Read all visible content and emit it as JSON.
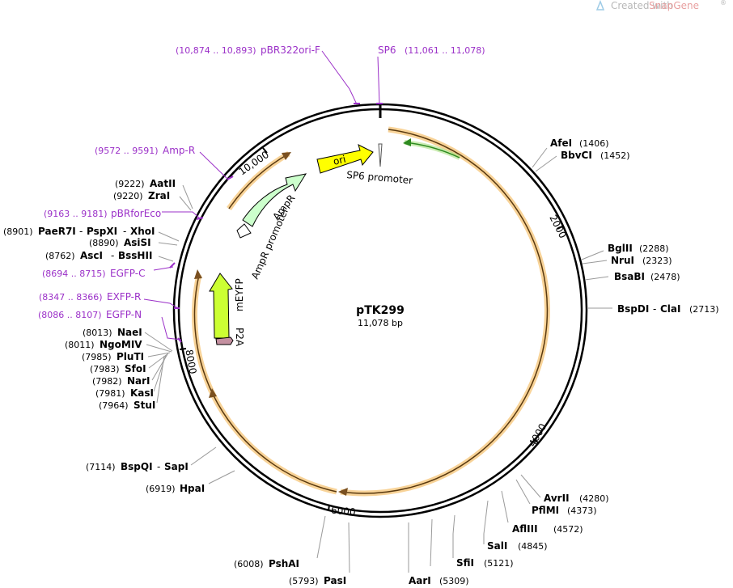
{
  "watermark": {
    "prefix": "Created with ",
    "brand": "SnapGene",
    "reg": "®"
  },
  "plasmid": {
    "name": "pTK299",
    "length_label": "11,078 bp"
  },
  "ticks": [
    "2000",
    "4000",
    "6000",
    "8000",
    "10,000"
  ],
  "features": [
    "ori",
    "SP6 promoter",
    "AmpR",
    "AmpR promoter",
    "mEYFP",
    "P2A"
  ],
  "sites": [
    {
      "name": "AfeI",
      "pos": "(1406)"
    },
    {
      "name": "BbvCI",
      "pos": "(1452)"
    },
    {
      "name": "BglII",
      "pos": "(2288)"
    },
    {
      "name": "NruI",
      "pos": "(2323)"
    },
    {
      "name": "BsaBI",
      "pos": "(2478)"
    },
    {
      "name": "BspDI",
      "name2": "ClaI",
      "pos": "(2713)"
    },
    {
      "name": "AvrII",
      "pos": "(4280)"
    },
    {
      "name": "PflMI",
      "pos": "(4373)"
    },
    {
      "name": "AflIII",
      "pos": "(4572)"
    },
    {
      "name": "SalI",
      "pos": "(4845)"
    },
    {
      "name": "SfiI",
      "pos": "(5121)"
    },
    {
      "name": "AarI",
      "pos": "(5309)"
    },
    {
      "name": "PasI",
      "pos": "(5793)"
    },
    {
      "name": "PshAI",
      "pos": "(6008)"
    },
    {
      "name": "HpaI",
      "pos": "(6919)"
    },
    {
      "name": "BspQI",
      "name2": "SapI",
      "pos": "(7114)"
    },
    {
      "name": "StuI",
      "pos": "(7964)"
    },
    {
      "name": "KasI",
      "pos": "(7981)"
    },
    {
      "name": "NarI",
      "pos": "(7982)"
    },
    {
      "name": "SfoI",
      "pos": "(7983)"
    },
    {
      "name": "PluTI",
      "pos": "(7985)"
    },
    {
      "name": "NgoMIV",
      "pos": "(8011)"
    },
    {
      "name": "NaeI",
      "pos": "(8013)"
    },
    {
      "name": "AscI",
      "name2": "BssHII",
      "pos": "(8762)"
    },
    {
      "name": "AsiSI",
      "pos": "(8890)"
    },
    {
      "name": "PaeR7I",
      "name2": "PspXI",
      "name3": "XhoI",
      "pos": "(8901)"
    },
    {
      "name": "ZraI",
      "pos": "(9220)"
    },
    {
      "name": "AatII",
      "pos": "(9222)"
    }
  ],
  "primers": [
    {
      "name": "pBR322ori-F",
      "range": "(10,874 .. 10,893)"
    },
    {
      "name": "SP6",
      "range": "(11,061 .. 11,078)"
    },
    {
      "name": "Amp-R",
      "range": "(9572 .. 9591)"
    },
    {
      "name": "pBRforEco",
      "range": "(9163 .. 9181)"
    },
    {
      "name": "EGFP-C",
      "range": "(8694 .. 8715)"
    },
    {
      "name": "EXFP-R",
      "range": "(8347 .. 8366)"
    },
    {
      "name": "EGFP-N",
      "range": "(8086 .. 8107)"
    }
  ],
  "colors": {
    "backbone": "#000000",
    "orf": "#f5c16c",
    "ori": "#ffff00",
    "ampr": "#ccffcc",
    "meyfp": "#ccff33",
    "p2a": "#c490a0",
    "primer": "#9b30c8",
    "green_primer_arrow": "#2e8b20"
  }
}
